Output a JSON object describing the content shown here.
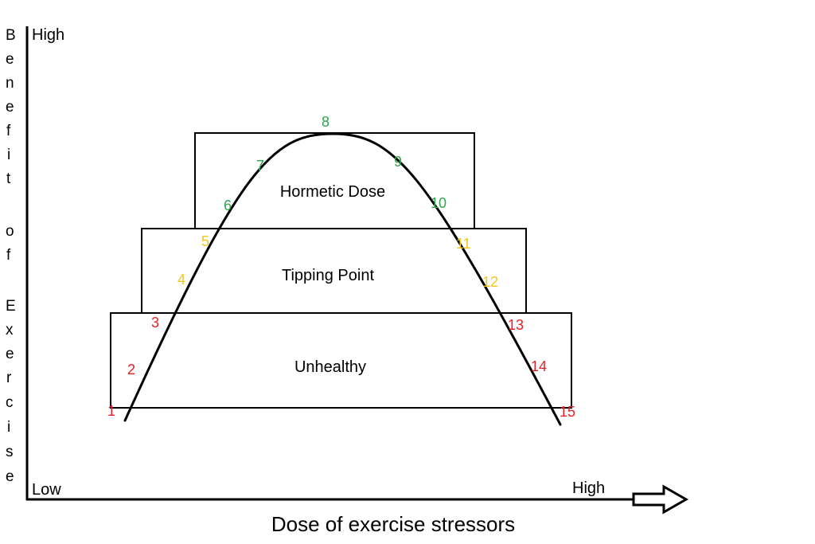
{
  "axes": {
    "y_title": "Benefit of Exercise",
    "y_title_letters": [
      "B",
      "e",
      "n",
      "e",
      "f",
      "i",
      "t",
      "",
      "o",
      "f",
      "",
      "E",
      "x",
      "e",
      "r",
      "c",
      "i",
      "s",
      "e"
    ],
    "y_high_label": "High",
    "x_low_label": "Low",
    "x_high_label": "High",
    "x_title": "Dose of exercise stressors"
  },
  "zones": [
    {
      "id": "hormetic",
      "label": "Hormetic Dose"
    },
    {
      "id": "tipping",
      "label": "Tipping Point"
    },
    {
      "id": "unhealthy",
      "label": "Unhealthy"
    }
  ],
  "points": [
    {
      "label": "1",
      "zone": "unhealthy"
    },
    {
      "label": "2",
      "zone": "unhealthy"
    },
    {
      "label": "3",
      "zone": "unhealthy"
    },
    {
      "label": "4",
      "zone": "tipping"
    },
    {
      "label": "5",
      "zone": "tipping"
    },
    {
      "label": "6",
      "zone": "hormetic"
    },
    {
      "label": "7",
      "zone": "hormetic"
    },
    {
      "label": "8",
      "zone": "hormetic"
    },
    {
      "label": "9",
      "zone": "hormetic"
    },
    {
      "label": "10",
      "zone": "hormetic"
    },
    {
      "label": "11",
      "zone": "tipping"
    },
    {
      "label": "12",
      "zone": "tipping"
    },
    {
      "label": "13",
      "zone": "unhealthy"
    },
    {
      "label": "14",
      "zone": "unhealthy"
    },
    {
      "label": "15",
      "zone": "unhealthy"
    }
  ],
  "colors": {
    "unhealthy": "#e8202a",
    "tipping": "#f5c518",
    "hormetic": "#2aa84a",
    "line": "#000000"
  }
}
